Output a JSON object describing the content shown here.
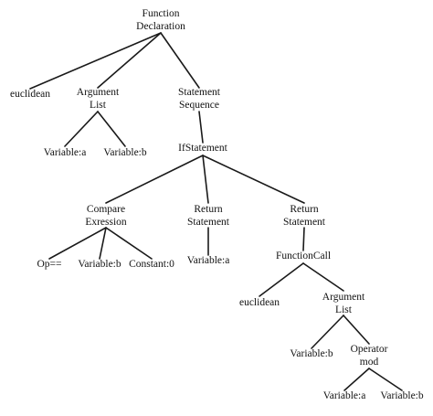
{
  "tree": {
    "nodes": [
      {
        "id": "func_decl",
        "lines": [
          "Function",
          "Declaration"
        ]
      },
      {
        "id": "euclidean1",
        "lines": [
          "euclidean"
        ]
      },
      {
        "id": "arg_list1",
        "lines": [
          "Argument",
          "List"
        ]
      },
      {
        "id": "stmt_seq",
        "lines": [
          "Statement",
          "Sequence"
        ]
      },
      {
        "id": "var_a1",
        "lines": [
          "Variable:a"
        ]
      },
      {
        "id": "var_b1",
        "lines": [
          "Variable:b"
        ]
      },
      {
        "id": "if_stmt",
        "lines": [
          "IfStatement"
        ]
      },
      {
        "id": "compare_expr",
        "lines": [
          "Compare",
          "Exression"
        ]
      },
      {
        "id": "return1",
        "lines": [
          "Return",
          "Statement"
        ]
      },
      {
        "id": "return2",
        "lines": [
          "Return",
          "Statement"
        ]
      },
      {
        "id": "op_eq",
        "lines": [
          "Op=="
        ]
      },
      {
        "id": "var_b2",
        "lines": [
          "Variable:b"
        ]
      },
      {
        "id": "const0",
        "lines": [
          "Constant:0"
        ]
      },
      {
        "id": "var_a2",
        "lines": [
          "Variable:a"
        ]
      },
      {
        "id": "func_call",
        "lines": [
          "FunctionCall"
        ]
      },
      {
        "id": "euclidean2",
        "lines": [
          "euclidean"
        ]
      },
      {
        "id": "arg_list2",
        "lines": [
          "Argument",
          "List"
        ]
      },
      {
        "id": "var_b3",
        "lines": [
          "Variable:b"
        ]
      },
      {
        "id": "op_mod",
        "lines": [
          "Operator",
          "mod"
        ]
      },
      {
        "id": "var_a3",
        "lines": [
          "Variable:a"
        ]
      },
      {
        "id": "var_b4",
        "lines": [
          "Variable:b"
        ]
      }
    ],
    "edges": [
      [
        "func_decl",
        "euclidean1"
      ],
      [
        "func_decl",
        "arg_list1"
      ],
      [
        "func_decl",
        "stmt_seq"
      ],
      [
        "arg_list1",
        "var_a1"
      ],
      [
        "arg_list1",
        "var_b1"
      ],
      [
        "stmt_seq",
        "if_stmt"
      ],
      [
        "if_stmt",
        "compare_expr"
      ],
      [
        "if_stmt",
        "return1"
      ],
      [
        "if_stmt",
        "return2"
      ],
      [
        "compare_expr",
        "op_eq"
      ],
      [
        "compare_expr",
        "var_b2"
      ],
      [
        "compare_expr",
        "const0"
      ],
      [
        "return1",
        "var_a2"
      ],
      [
        "return2",
        "func_call"
      ],
      [
        "func_call",
        "euclidean2"
      ],
      [
        "func_call",
        "arg_list2"
      ],
      [
        "arg_list2",
        "var_b3"
      ],
      [
        "arg_list2",
        "op_mod"
      ],
      [
        "op_mod",
        "var_a3"
      ],
      [
        "op_mod",
        "var_b4"
      ]
    ]
  }
}
